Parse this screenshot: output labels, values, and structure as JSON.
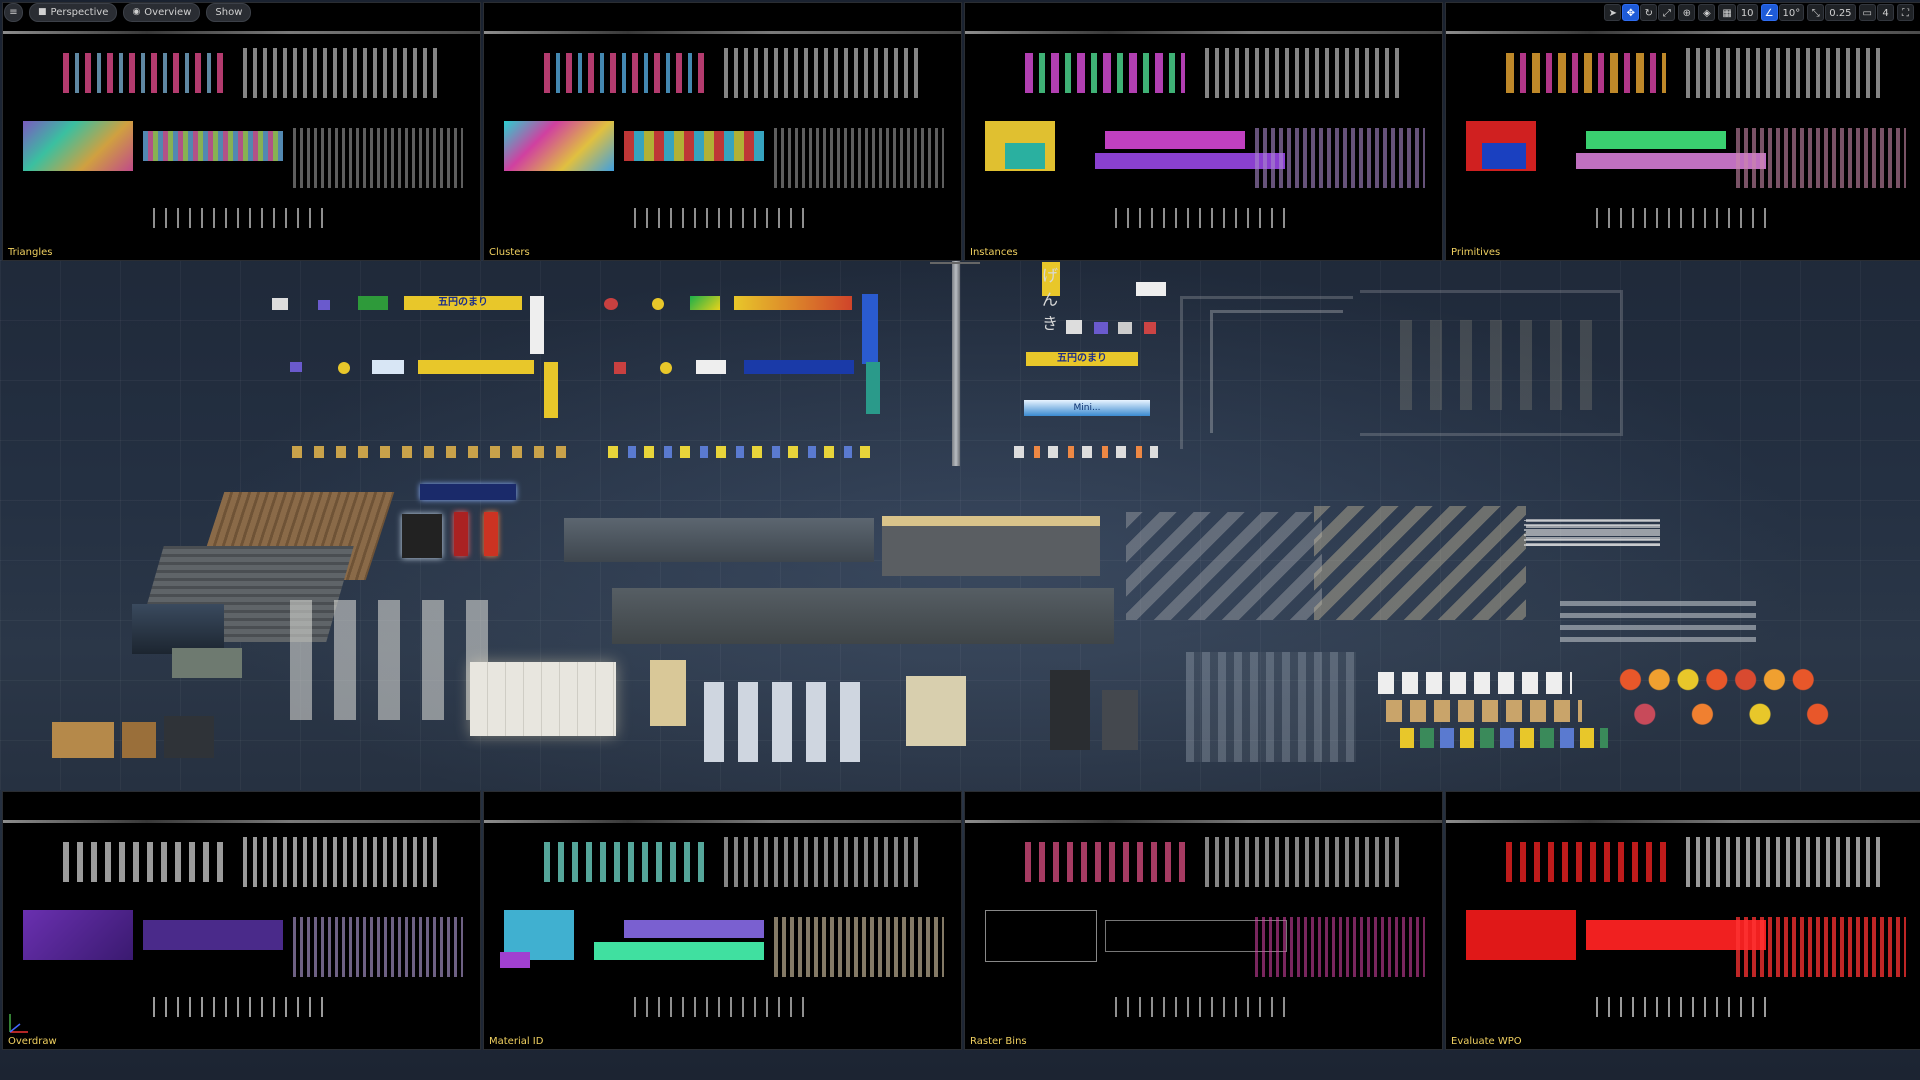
{
  "toolbar": {
    "menu_icon": "hamburger-icon",
    "perspective_label": "Perspective",
    "overview_label": "Overview",
    "show_label": "Show",
    "grid_snap_value": "10",
    "rotation_snap_value": "10°",
    "scale_snap_value": "0.25",
    "camera_speed_value": "4"
  },
  "debug_views": [
    {
      "label": "Triangles"
    },
    {
      "label": "Clusters"
    },
    {
      "label": "Instances"
    },
    {
      "label": "Primitives"
    },
    {
      "label": "Overdraw"
    },
    {
      "label": "Material ID"
    },
    {
      "label": "Raster Bins"
    },
    {
      "label": "Evaluate WPO"
    }
  ],
  "scene_signs": {
    "sign_1": "五円のまり",
    "sign_2": "五円のまり",
    "sign_3": "Mini...",
    "sign_4": "げんき"
  },
  "colors": {
    "label_yellow": "#f0d060",
    "active_tool_blue": "#1e5bd8"
  }
}
